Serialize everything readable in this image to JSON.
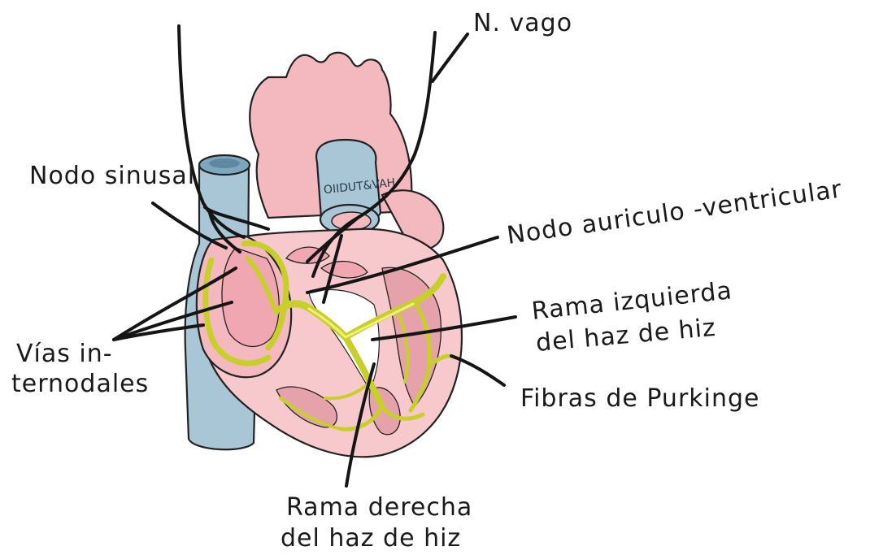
{
  "colors": {
    "heart_tissue": "#f4b9bf",
    "heart_inner": "#f7c9cc",
    "muscle_dark": "#e6a2ab",
    "vein": "#a9c6d6",
    "vein_dark": "#7ea6bd",
    "conduction_fiber": "#c9cf2a",
    "ink": "#151515",
    "background": "#ffffff"
  },
  "vessel_label": "OIIDUT&VAH",
  "labels": {
    "vago": "N. vago",
    "sinusal": "Nodo sinusal",
    "av_node": "Nodo auriculo -ventricular",
    "vias_1": "Vías in-",
    "vias_2": "ternodales",
    "rama_izq_1": "Rama izquierda",
    "rama_izq_2": "del haz de hiz",
    "purkinje": "Fibras de Purkinge",
    "rama_der_1": "Rama derecha",
    "rama_der_2": "del haz de hiz"
  }
}
